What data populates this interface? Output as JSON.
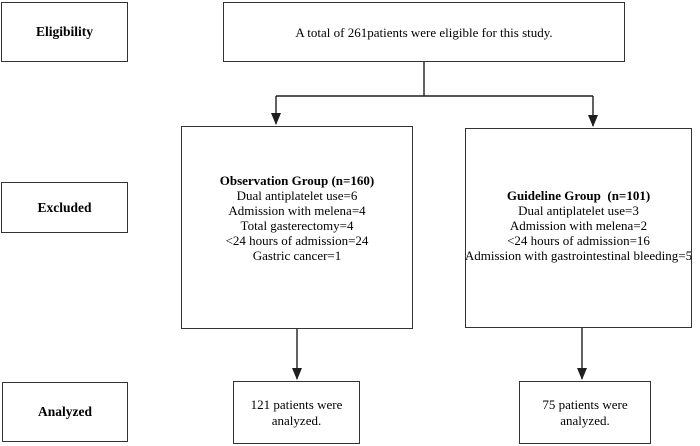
{
  "diagram": {
    "stage_labels": [
      {
        "label": "Eligibility"
      },
      {
        "label": "Excluded"
      },
      {
        "label": "Analyzed"
      }
    ],
    "eligibility_box": {
      "text": "A total of 261patients were eligible for this study."
    },
    "observation_box": {
      "title": "Observation Group (n=160)",
      "lines": [
        "Dual antiplatelet use=6",
        "Admission with melena=4",
        "Total gasterectomy=4",
        "<24 hours of admission=24",
        "Gastric cancer=1"
      ]
    },
    "guideline_box": {
      "title": "Guideline Group  (n=101)",
      "lines": [
        "Dual antiplatelet use=3",
        "Admission with melena=2",
        "<24 hours of admission=16",
        "Admission with gastrointestinal bleeding=5"
      ]
    },
    "analyzed_left": {
      "text": "121 patients were analyzed."
    },
    "analyzed_right": {
      "text": "75 patients were analyzed."
    },
    "colors": {
      "border": "#333333",
      "line": "#1f1f1f",
      "background": "#ffffff",
      "text": "#000000"
    }
  }
}
